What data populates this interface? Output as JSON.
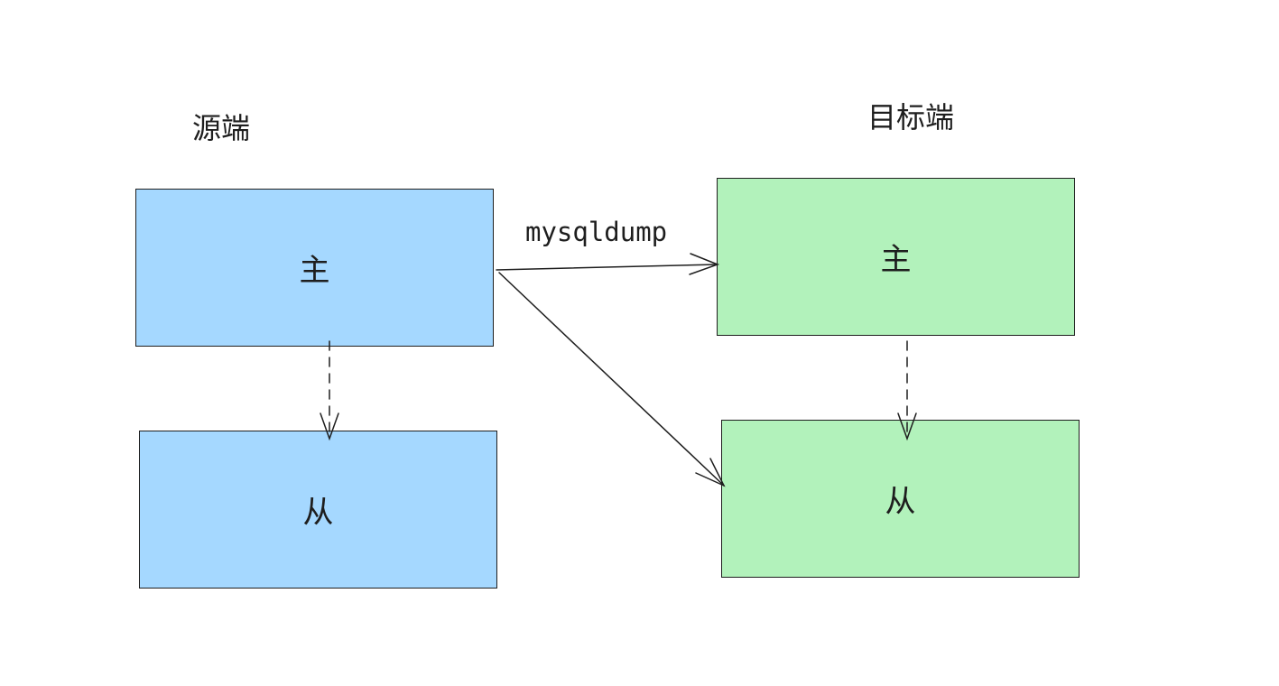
{
  "headings": {
    "source": "源端",
    "target": "目标端"
  },
  "source": {
    "master": "主",
    "slave": "从"
  },
  "target": {
    "master": "主",
    "slave": "从"
  },
  "edges": {
    "dump_label": "mysqldump"
  },
  "colors": {
    "source_fill": "#a5d8ff",
    "target_fill": "#b2f2bb",
    "stroke": "#1e1e1e"
  }
}
